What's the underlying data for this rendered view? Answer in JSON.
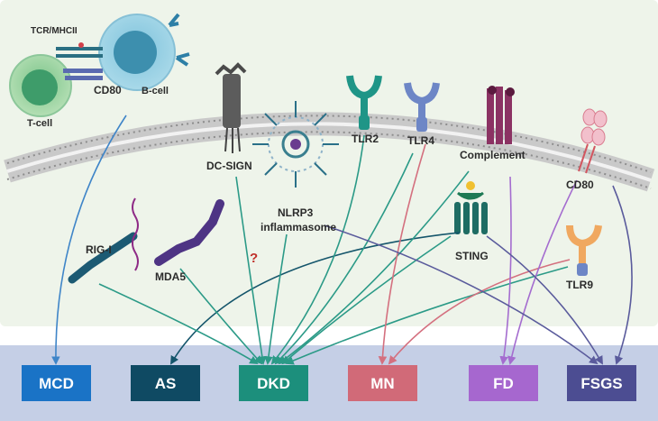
{
  "labels": {
    "tcr_mhcii": "TCR/MHCII",
    "b_cell": "B-cell",
    "t_cell": "T-cell",
    "cd80_top": "CD80",
    "dc_sign": "DC-SIGN",
    "nlrp3_line1": "NLRP3",
    "nlrp3_line2": "inflammasome",
    "tlr2": "TLR2",
    "tlr4": "TLR4",
    "complement": "Complement",
    "cd80_right": "CD80",
    "sting": "STING",
    "tlr9": "TLR9",
    "rig_i": "RIG-I",
    "mda5": "MDA5",
    "question_mark": "?"
  },
  "diseases": [
    {
      "id": "mcd",
      "label": "MCD",
      "color": "#1a73c6"
    },
    {
      "id": "as",
      "label": "AS",
      "color": "#0f4a63"
    },
    {
      "id": "dkd",
      "label": "DKD",
      "color": "#1c8f7c"
    },
    {
      "id": "mn",
      "label": "MN",
      "color": "#d16a78"
    },
    {
      "id": "fd",
      "label": "FD",
      "color": "#a667cf"
    },
    {
      "id": "fsgs",
      "label": "FSGS",
      "color": "#4c4d92"
    }
  ],
  "colors": {
    "background": "#eef4ea",
    "bottom_band": "#c5cfe6",
    "membrane": "#b8b8b8",
    "cd80_arrow": "#3f85c8",
    "as_arrow": "#14556b",
    "dkd_arrow": "#2b9a87",
    "mn_arrow": "#d4707f",
    "fd_arrow": "#a46ccf",
    "fsgs_arrow": "#5a5b9c"
  }
}
